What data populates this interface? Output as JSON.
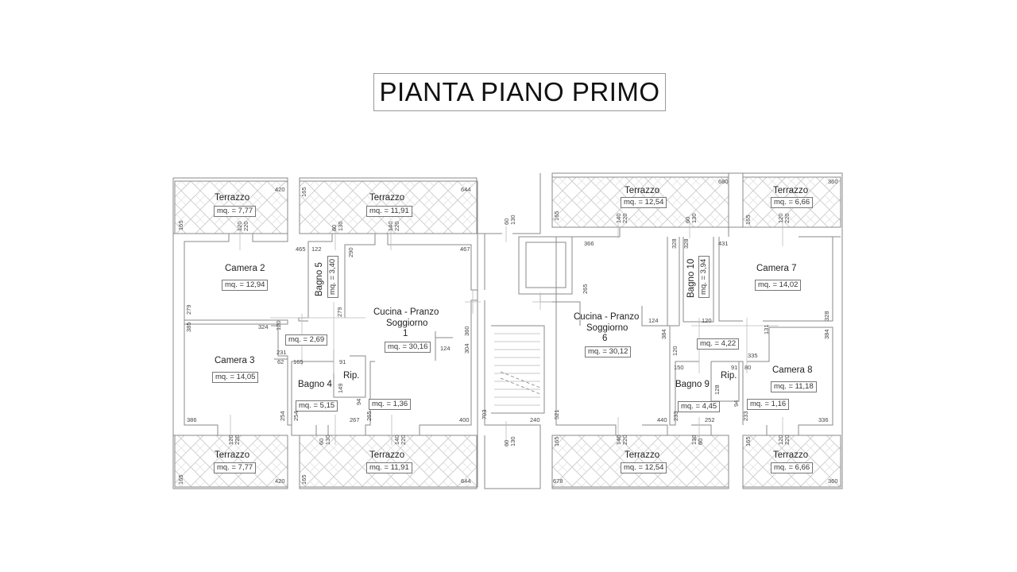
{
  "title": "PIANTA PIANO PRIMO",
  "area_prefix": "mq. =",
  "rooms": {
    "terrazzo_tl1": {
      "name": "Terrazzo",
      "area": "mq. = 7,77"
    },
    "terrazzo_tl2": {
      "name": "Terrazzo",
      "area": "mq. = 11,91"
    },
    "terrazzo_tr1": {
      "name": "Terrazzo",
      "area": "mq. = 12,54"
    },
    "terrazzo_tr2": {
      "name": "Terrazzo",
      "area": "mq. = 6,66"
    },
    "terrazzo_bl1": {
      "name": "Terrazzo",
      "area": "mq. = 7,77"
    },
    "terrazzo_bl2": {
      "name": "Terrazzo",
      "area": "mq. = 11,91"
    },
    "terrazzo_br1": {
      "name": "Terrazzo",
      "area": "mq. = 12,54"
    },
    "terrazzo_br2": {
      "name": "Terrazzo",
      "area": "mq. = 6,66"
    },
    "camera2": {
      "name": "Camera 2",
      "area": "mq. = 12,94"
    },
    "bagno5": {
      "name": "Bagno 5",
      "area": "mq. = 3,40"
    },
    "cucina1": {
      "line1": "Cucina - Pranzo",
      "line2": "Soggiorno",
      "line3": "1",
      "area": "mq. = 30,16"
    },
    "disimpegno1": {
      "area": "mq. = 2,69"
    },
    "camera3": {
      "name": "Camera 3",
      "area": "mq. = 14,05"
    },
    "bagno4": {
      "name": "Bagno 4",
      "area": "mq. = 5,15"
    },
    "rip1": {
      "name": "Rip.",
      "area": "mq. = 1,36"
    },
    "cucina6": {
      "line1": "Cucina - Pranzo",
      "line2": "Soggiorno",
      "line3": "6",
      "area": "mq. = 30,12"
    },
    "bagno10": {
      "name": "Bagno 10",
      "area": "mq. = 3,94"
    },
    "camera7": {
      "name": "Camera 7",
      "area": "mq. = 14,02"
    },
    "disimpegno6": {
      "area": "mq. = 4,22"
    },
    "bagno9": {
      "name": "Bagno 9",
      "area": "mq. = 4,45"
    },
    "rip6": {
      "name": "Rip.",
      "area": "mq. = 1,16"
    },
    "camera8": {
      "name": "Camera 8",
      "area": "mq. = 11,18"
    }
  },
  "dimensions": {
    "d420a": "420",
    "d644a": "644",
    "d165a": "165",
    "d165b": "165",
    "d120_220a": "120",
    "d220a": "220",
    "d60a": "60",
    "d130a": "130",
    "d140a": "140",
    "d220b": "220",
    "d465": "465",
    "d122": "122",
    "d290": "290",
    "d467": "467",
    "d279a": "279",
    "d279b": "279",
    "d385": "385",
    "d324": "324",
    "d120b": "120",
    "d231": "231",
    "d62": "62",
    "d165c": "165",
    "d91a": "91",
    "d149": "149",
    "d94a": "94",
    "d386": "386",
    "d254a": "254",
    "d254b": "254",
    "d267": "267",
    "d265a": "265",
    "d400": "400",
    "d360a": "360",
    "d304": "304",
    "d124a": "124",
    "d703": "703",
    "d240": "240",
    "d60b": "60",
    "d130b": "130",
    "d60c": "60",
    "d130c": "130",
    "d680": "680",
    "d360b": "360",
    "d165d": "165",
    "d165e": "165",
    "d140b": "140",
    "d220c": "220",
    "d60d": "60",
    "d130d": "130",
    "d120c": "120",
    "d220d": "220",
    "d366": "366",
    "d265b": "265",
    "d328a": "328",
    "d328b": "328",
    "d431": "431",
    "d328c": "328",
    "d124b": "124",
    "d120d": "120",
    "d384a": "384",
    "d131": "131",
    "d384b": "384",
    "d120e": "120",
    "d335": "335",
    "d150": "150",
    "d91b": "91",
    "d80": "80",
    "d128": "128",
    "d94b": "94",
    "d521": "521",
    "d440": "440",
    "d233a": "233",
    "d252": "252",
    "d233b": "233",
    "d336": "336",
    "d678": "678",
    "d360c": "360",
    "d165f": "165",
    "d140c": "140",
    "d220e": "220",
    "d130e": "130",
    "d60e": "60",
    "d120f": "120",
    "d220f": "220",
    "d420b": "420",
    "d644b": "644",
    "d165g": "165",
    "d165h": "165",
    "d120g": "120",
    "d220g": "220",
    "d60f": "60",
    "d130f": "130",
    "d140d": "140",
    "d220h": "220"
  },
  "colors": {
    "wall": "#8a8a8a",
    "hatch": "#cfcfcf",
    "text": "#222222"
  }
}
